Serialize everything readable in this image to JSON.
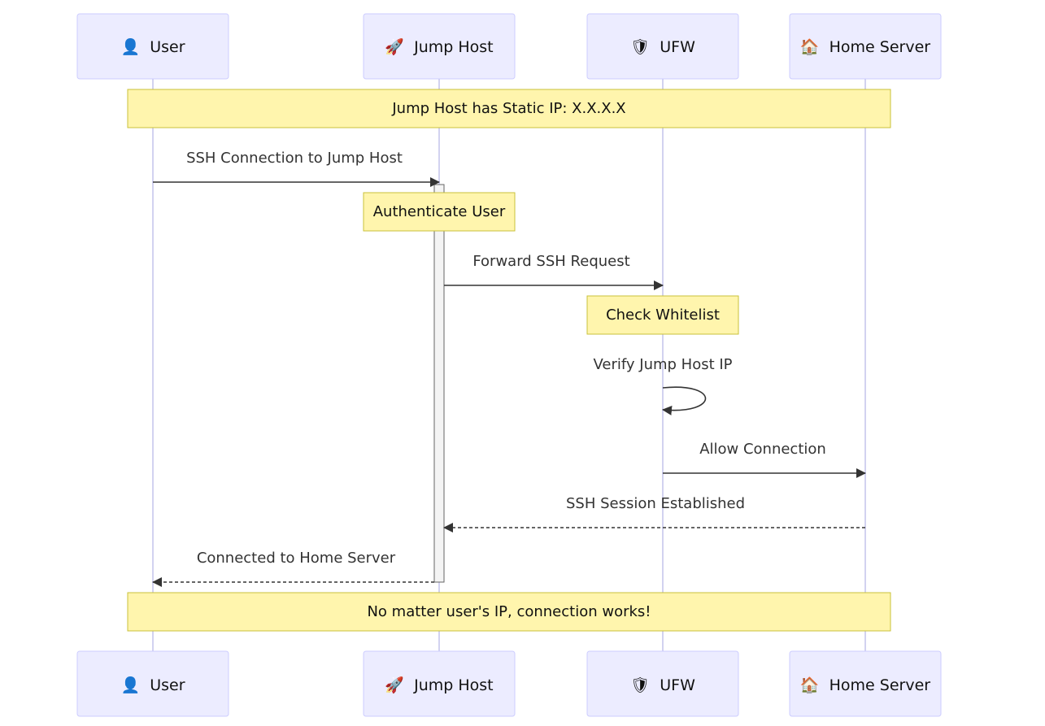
{
  "actors": [
    {
      "id": "user",
      "label": "User",
      "icon": "person-icon",
      "glyph": "👤"
    },
    {
      "id": "jump",
      "label": "Jump Host",
      "icon": "rocket-icon",
      "glyph": "🚀"
    },
    {
      "id": "ufw",
      "label": "UFW",
      "icon": "shield-icon",
      "glyph": "🛡"
    },
    {
      "id": "home",
      "label": "Home Server",
      "icon": "house-icon",
      "glyph": "🏠"
    }
  ],
  "notes": {
    "static_ip": "Jump Host has Static IP: X.X.X.X",
    "authenticate": "Authenticate User",
    "check_whitelist": "Check Whitelist",
    "conclusion": "No matter user's IP, connection works!"
  },
  "messages": [
    {
      "id": "ssh-connection",
      "from": "user",
      "to": "jump",
      "text": "SSH Connection to Jump Host",
      "style": "solid"
    },
    {
      "id": "forward-request",
      "from": "jump",
      "to": "ufw",
      "text": "Forward SSH Request",
      "style": "solid"
    },
    {
      "id": "verify-ip",
      "from": "ufw",
      "to": "ufw",
      "text": "Verify Jump Host IP",
      "style": "solid"
    },
    {
      "id": "allow-connection",
      "from": "ufw",
      "to": "home",
      "text": "Allow Connection",
      "style": "solid"
    },
    {
      "id": "session-established",
      "from": "home",
      "to": "jump",
      "text": "SSH Session Established",
      "style": "dashed"
    },
    {
      "id": "connected",
      "from": "jump",
      "to": "user",
      "text": "Connected to Home Server",
      "style": "dashed"
    }
  ],
  "colors": {
    "actor_fill": "#ECECFF",
    "actor_stroke": "#CCCCFF",
    "note_fill": "#FFF5AD",
    "note_stroke": "#C9C13A",
    "line": "#333333"
  }
}
